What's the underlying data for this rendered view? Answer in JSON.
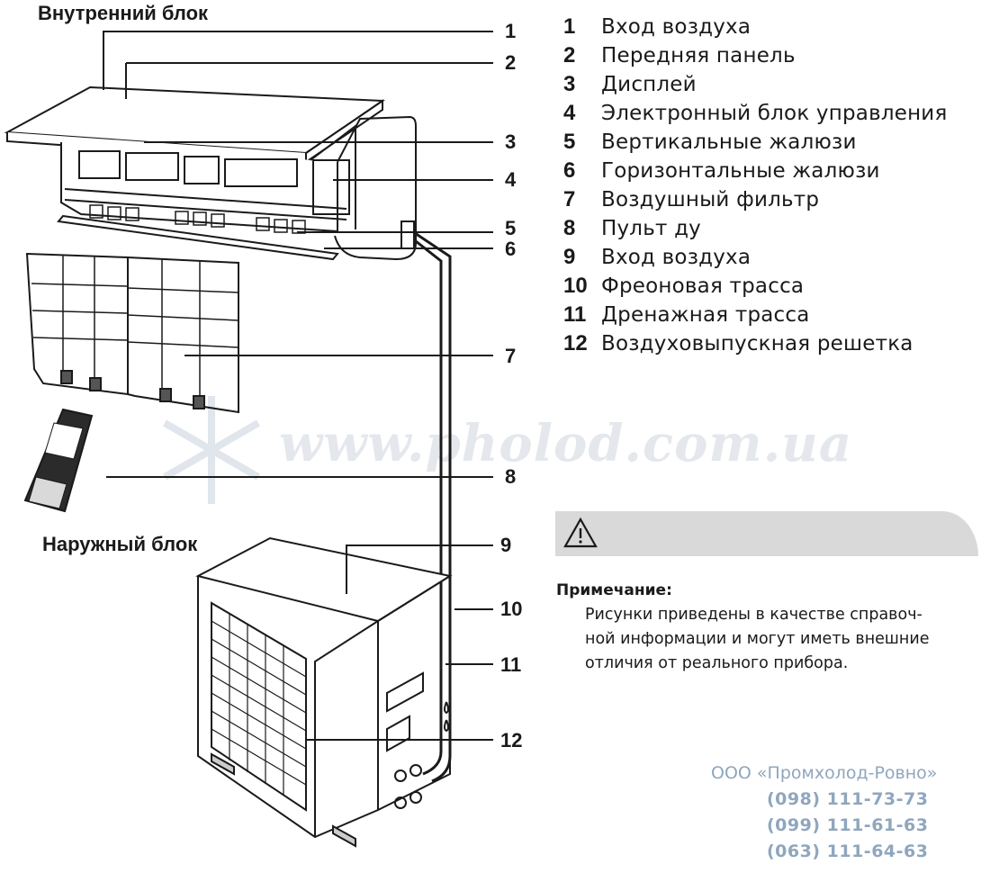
{
  "titles": {
    "indoor": "Внутренний блок",
    "outdoor": "Наружный блок"
  },
  "callouts": [
    "1",
    "2",
    "3",
    "4",
    "5",
    "6",
    "7",
    "8",
    "9",
    "10",
    "11",
    "12"
  ],
  "legend": [
    {
      "num": "1",
      "text": "Вход воздуха"
    },
    {
      "num": "2",
      "text": "Передняя панель"
    },
    {
      "num": "3",
      "text": "Дисплей"
    },
    {
      "num": "4",
      "text": "Электронный блок управления"
    },
    {
      "num": "5",
      "text": "Вертикальные жалюзи"
    },
    {
      "num": "6",
      "text": "Горизонтальные жалюзи"
    },
    {
      "num": "7",
      "text": "Воздушный фильтр"
    },
    {
      "num": "8",
      "text": "Пульт ду"
    },
    {
      "num": "9",
      "text": "Вход воздуха"
    },
    {
      "num": "10",
      "text": "Фреоновая трасса"
    },
    {
      "num": "11",
      "text": "Дренажная трасса"
    },
    {
      "num": "12",
      "text": "Воздуховыпускная решетка"
    }
  ],
  "note": {
    "title": "Примечание:",
    "lines": [
      "Рисунки приведены в качестве справоч-",
      "ной информации и могут иметь внешние",
      "отличия от реального прибора."
    ]
  },
  "company": {
    "name": "ООО «Промхолод-Ровно»",
    "phones": [
      "(098) 111-73-73",
      "(099) 111-61-63",
      "(063) 111-64-63"
    ]
  },
  "watermark": "www.pholod.com.ua",
  "icons": {
    "warning": "warning-triangle-icon",
    "snowflake": "snowflake-icon"
  },
  "colors": {
    "line": "#1a1a1a",
    "company": "#8fa6bd",
    "warn_bar": "#d9d9d9"
  }
}
